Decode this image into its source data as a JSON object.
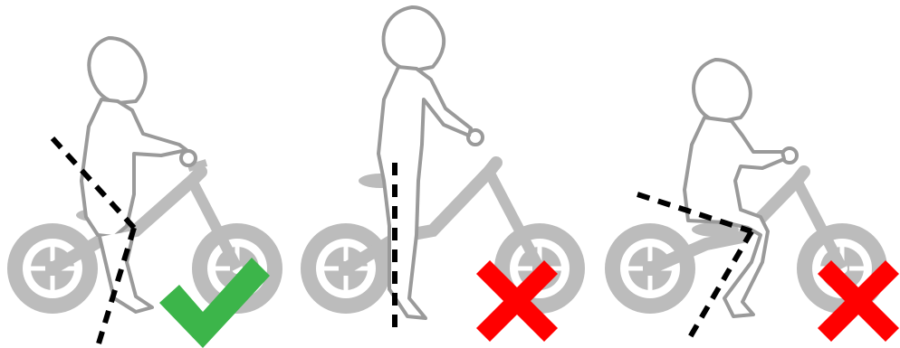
{
  "figure": {
    "panels": [
      {
        "verdict": "correct",
        "verdict_icon": "checkmark-icon",
        "verdict_color": "#3cb54a"
      },
      {
        "verdict": "incorrect",
        "verdict_icon": "cross-icon",
        "verdict_color": "#ff0000"
      },
      {
        "verdict": "incorrect",
        "verdict_icon": "cross-icon",
        "verdict_color": "#ff0000"
      }
    ],
    "colors": {
      "bike": "#bcbcbc",
      "figure_outline": "#9a9a9a",
      "guide_line": "#000000",
      "background": "#ffffff"
    }
  }
}
